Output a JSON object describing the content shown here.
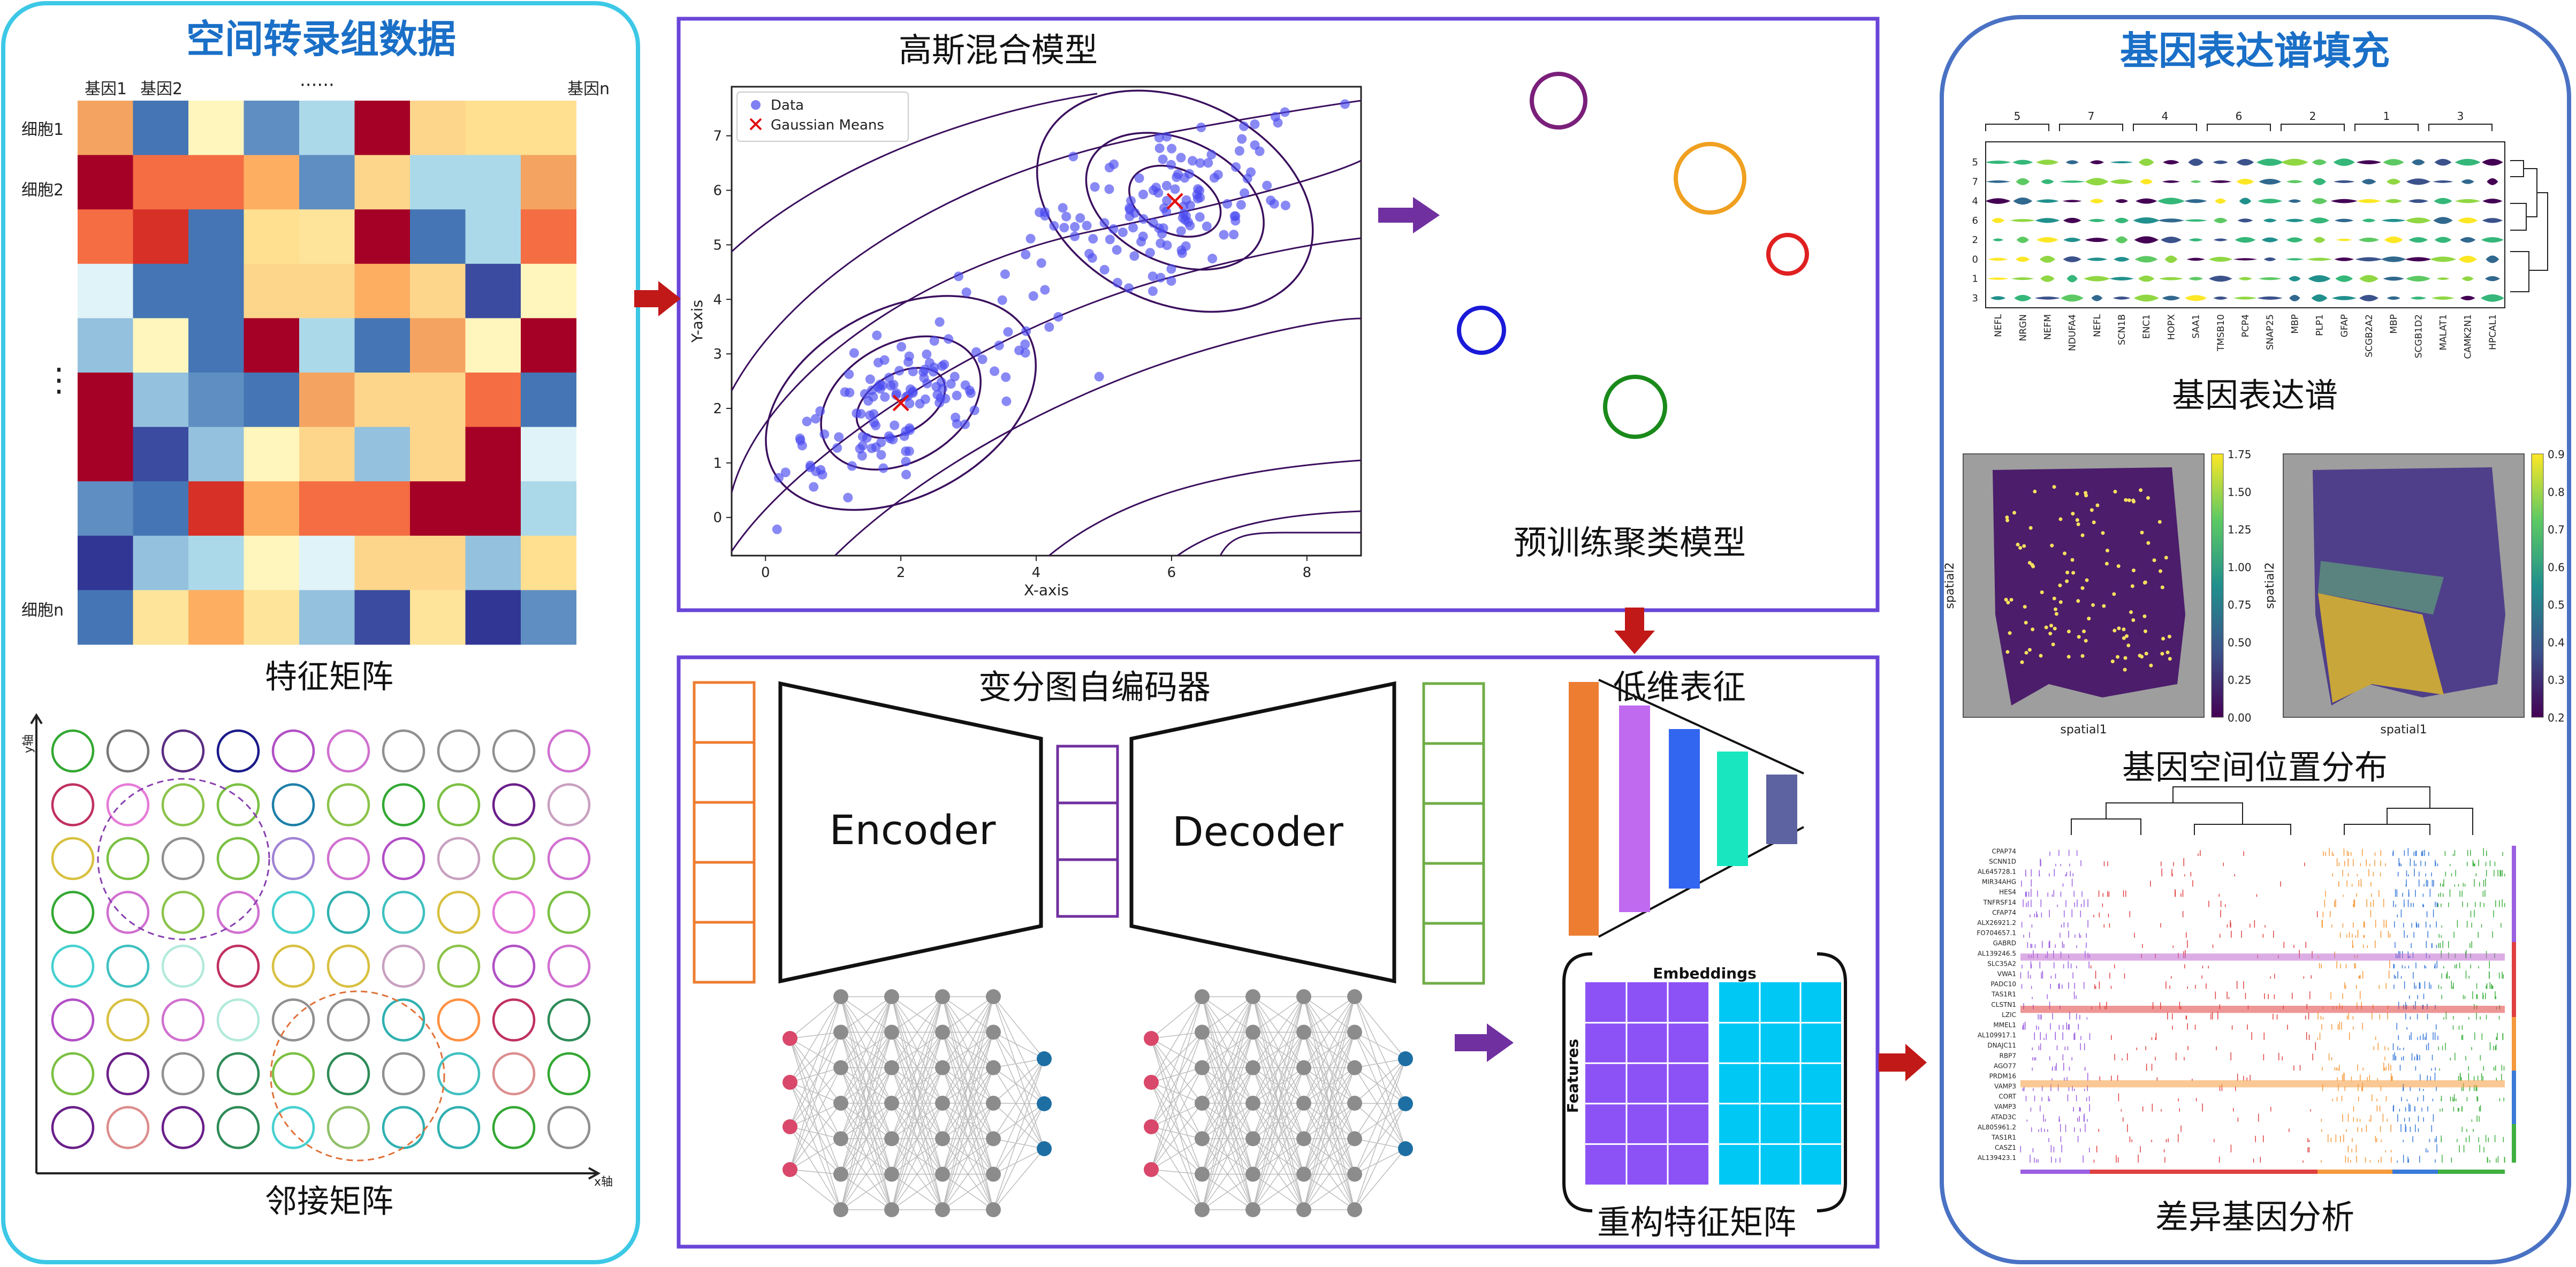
{
  "colors": {
    "left_panel_border": "#3cc8e6",
    "middle_panel_border": "#6a45d8",
    "right_panel_border": "#4a72c4",
    "section_title": "#1a6fc7",
    "arrow_red": "#c11818",
    "arrow_purple": "#7030a0"
  },
  "left_panel": {
    "title": "空间转录组数据",
    "feature_matrix": {
      "caption": "特征矩阵",
      "col_labels": [
        "基因1",
        "基因2",
        "······",
        "基因n"
      ],
      "row_labels": [
        "细胞1",
        "细胞2",
        "⋮",
        "细胞n"
      ]
    },
    "adjacency_matrix": {
      "caption": "邻接矩阵",
      "y_axis": "y轴",
      "x_axis": "x轴"
    }
  },
  "gmm_panel": {
    "title": "高斯混合模型",
    "subtitle": "预训练聚类模型",
    "legend": [
      "Data",
      "Gaussian Means"
    ],
    "xlabel": "X-axis",
    "ylabel": "Y-axis"
  },
  "vgae_panel": {
    "title": "变分图自编码器",
    "encoder": "Encoder",
    "decoder": "Decoder",
    "latent_title": "低维表征",
    "embeddings_label": "Embeddings",
    "features_label": "Features",
    "recon_caption": "重构特征矩阵"
  },
  "right_panel": {
    "title": "基因表达谱填充",
    "expression_caption": "基因表达谱",
    "spatial_caption": "基因空间位置分布",
    "deg_caption": "差异基因分析",
    "violin": {
      "cluster_groups": [
        "5",
        "7",
        "4",
        "6",
        "2",
        "1",
        "3"
      ],
      "row_labels": [
        "5",
        "7",
        "4",
        "6",
        "2",
        "0",
        "1",
        "3"
      ],
      "gene_labels": [
        "NEFL",
        "NRGN",
        "NEFM",
        "NDUFA4",
        "NEFL",
        "SCN1B",
        "ENC1",
        "HOPX",
        "SAA1",
        "TMSB10",
        "PCP4",
        "SNAP25",
        "MBP",
        "PLP1",
        "GFAP",
        "SCGB2A2",
        "MBP",
        "SCGB1D2",
        "MALAT1",
        "CAMK2N1",
        "HPCAL1"
      ]
    },
    "spatial_maps": [
      {
        "xlabel": "spatial1",
        "ylabel": "spatial2",
        "colorbar_ticks": [
          "1.75",
          "1.50",
          "1.25",
          "1.00",
          "0.75",
          "0.50",
          "0.25",
          "0.00"
        ]
      },
      {
        "xlabel": "spatial1",
        "ylabel": "spatial2",
        "colorbar_ticks": [
          "0.9",
          "0.8",
          "0.7",
          "0.6",
          "0.5",
          "0.4",
          "0.3",
          "0.2"
        ]
      }
    ],
    "deg_genes": [
      "CPAP74",
      "SCNN1D",
      "AL645728.1",
      "MIR34AHG",
      "HES4",
      "TNFRSF14",
      "CFAP74",
      "ALX26921.2",
      "FO704657.1",
      "GABRD",
      "AL139246.5",
      "SLC35A2",
      "VWA1",
      "PADC10",
      "TAS1R1",
      "CLSTN1",
      "LZIC",
      "MMEL1",
      "AL109917.1",
      "DNAJC11",
      "RBP7",
      "AGO77",
      "PRDM16",
      "VAMP3",
      "CORT",
      "VAMP3",
      "ATAD3C",
      "AL805961.2",
      "TAS1R1",
      "CASZ1",
      "AL139423.1"
    ]
  },
  "chart_data": {
    "type": "scatter",
    "legend": [
      "Data",
      "Gaussian Means"
    ],
    "xlabel": "X-axis",
    "ylabel": "Y-axis",
    "xlim": [
      -0.5,
      8.8
    ],
    "ylim": [
      -0.7,
      7.9
    ],
    "xticks": [
      0,
      2,
      4,
      6,
      8
    ],
    "yticks": [
      0,
      1,
      2,
      3,
      4,
      5,
      6,
      7
    ],
    "means": [
      [
        2.0,
        2.1
      ],
      [
        6.05,
        5.8
      ]
    ]
  }
}
